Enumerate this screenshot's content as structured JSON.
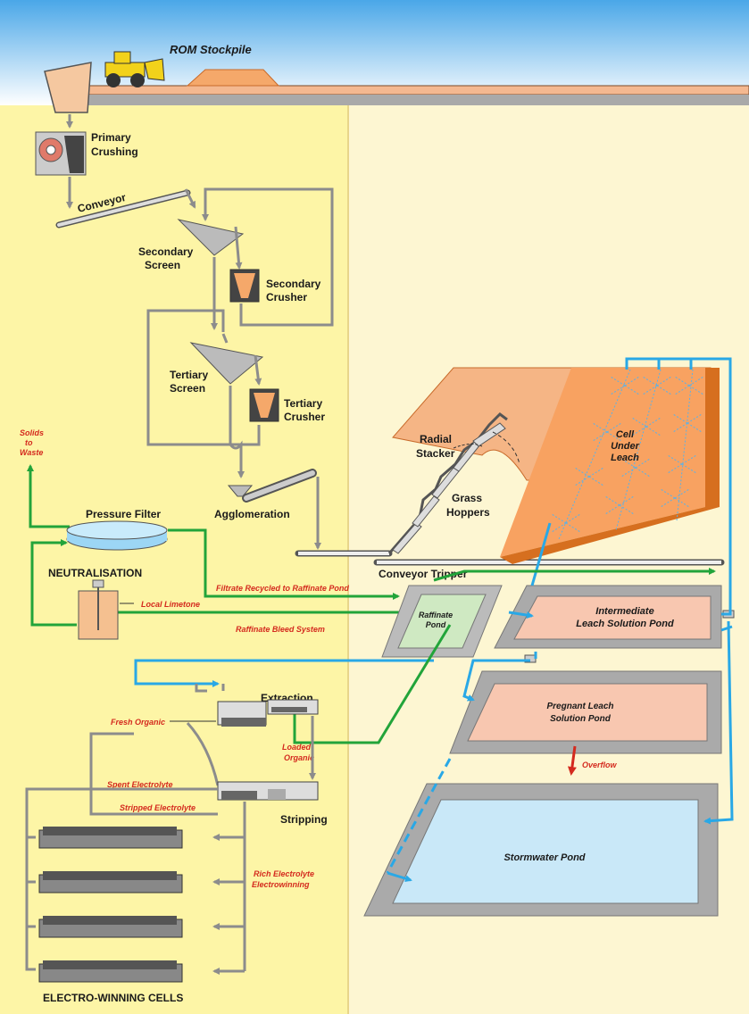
{
  "colors": {
    "sky_top": "#4aa7e8",
    "sky_bottom": "#ffffff",
    "left_panel": "#fdf5a6",
    "right_panel": "#fdf6d2",
    "ore": "#f5a86a",
    "green_flow": "#22a43a",
    "blue_flow": "#29a8e6",
    "grey_flow": "#8c8c8c",
    "red_text": "#d42a1e",
    "pink_pond": "#f8c7b0",
    "blue_pond": "#c9e8f8"
  },
  "labels": {
    "rom_stockpile": "ROM Stockpile",
    "primary_crushing_1": "Primary",
    "primary_crushing_2": "Crushing",
    "conveyor": "Conveyor",
    "secondary_screen_1": "Secondary",
    "secondary_screen_2": "Screen",
    "secondary_crusher_1": "Secondary",
    "secondary_crusher_2": "Crusher",
    "tertiary_screen_1": "Tertiary",
    "tertiary_screen_2": "Screen",
    "tertiary_crusher_1": "Tertiary",
    "tertiary_crusher_2": "Crusher",
    "agglomeration": "Agglomeration",
    "radial_stacker_1": "Radial",
    "radial_stacker_2": "Stacker",
    "grass_hoppers_1": "Grass",
    "grass_hoppers_2": "Hoppers",
    "cell_under_leach_1": "Cell",
    "cell_under_leach_2": "Under",
    "cell_under_leach_3": "Leach",
    "conveyor_tripper": "Conveyor Tripper",
    "solids_to_waste_1": "Solids",
    "solids_to_waste_2": "to",
    "solids_to_waste_3": "Waste",
    "pressure_filter": "Pressure Filter",
    "neutralisation": "NEUTRALISATION",
    "local_limestone": "Local Limetone",
    "filtrate_recycled": "Filtrate Recycled to Raffinate Pond",
    "raffinate_pond_1": "Raffinate",
    "raffinate_pond_2": "Pond",
    "raffinate_bleed": "Raffinate Bleed System",
    "ils_pond_1": "Intermediate",
    "ils_pond_2": "Leach Solution Pond",
    "pls_pond_1": "Pregnant Leach",
    "pls_pond_2": "Solution Pond",
    "overflow": "Overflow",
    "stormwater_pond": "Stormwater Pond",
    "extraction": "Extraction",
    "fresh_organic": "Fresh Organic",
    "loaded_organic_1": "Loaded",
    "loaded_organic_2": "Organic",
    "spent_electrolyte": "Spent Electrolyte",
    "stripped_electrolyte": "Stripped Electrolyte",
    "stripping": "Stripping",
    "rich_electrolyte_1": "Rich Electrolyte",
    "rich_electrolyte_2": "Electrowinning",
    "electro_winning_cells": "ELECTRO-WINNING CELLS"
  }
}
